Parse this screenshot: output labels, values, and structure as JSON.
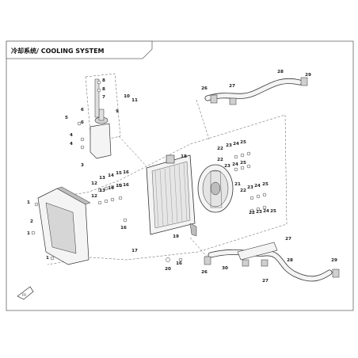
{
  "title": "冷却系统/ COOLING SYSTEM",
  "callouts": [
    {
      "id": "c8a",
      "label": "8"
    },
    {
      "id": "c8b",
      "label": "8"
    },
    {
      "id": "c7",
      "label": "7"
    },
    {
      "id": "c6a",
      "label": "6"
    },
    {
      "id": "c5",
      "label": "5"
    },
    {
      "id": "c4a",
      "label": "4"
    },
    {
      "id": "c4b",
      "label": "4"
    },
    {
      "id": "c3",
      "label": "3"
    },
    {
      "id": "c9",
      "label": "9"
    },
    {
      "id": "c10",
      "label": "10"
    },
    {
      "id": "c11",
      "label": "11"
    },
    {
      "id": "c6b",
      "label": "6"
    },
    {
      "id": "c1a",
      "label": "1"
    },
    {
      "id": "c2",
      "label": "2"
    },
    {
      "id": "c1b",
      "label": "1"
    },
    {
      "id": "c1c",
      "label": "1"
    },
    {
      "id": "c12a",
      "label": "12"
    },
    {
      "id": "c13a",
      "label": "13"
    },
    {
      "id": "c14a",
      "label": "14"
    },
    {
      "id": "c15a",
      "label": "15"
    },
    {
      "id": "c16a",
      "label": "16"
    },
    {
      "id": "c12b",
      "label": "12"
    },
    {
      "id": "c13b",
      "label": "13"
    },
    {
      "id": "c14b",
      "label": "14"
    },
    {
      "id": "c15b",
      "label": "15"
    },
    {
      "id": "c16b",
      "label": "16"
    },
    {
      "id": "c16c",
      "label": "16"
    },
    {
      "id": "c17",
      "label": "17"
    },
    {
      "id": "c18",
      "label": "18"
    },
    {
      "id": "c19",
      "label": "19"
    },
    {
      "id": "c20",
      "label": "20"
    },
    {
      "id": "c16d",
      "label": "16"
    },
    {
      "id": "c26a",
      "label": "26"
    },
    {
      "id": "c27a",
      "label": "27"
    },
    {
      "id": "c28a",
      "label": "28"
    },
    {
      "id": "c29a",
      "label": "29"
    },
    {
      "id": "c22a",
      "label": "22"
    },
    {
      "id": "c23a",
      "label": "23"
    },
    {
      "id": "c24a",
      "label": "24"
    },
    {
      "id": "c25a",
      "label": "25"
    },
    {
      "id": "c22b",
      "label": "22"
    },
    {
      "id": "c23b",
      "label": "23"
    },
    {
      "id": "c24b",
      "label": "24"
    },
    {
      "id": "c25b",
      "label": "25"
    },
    {
      "id": "c21",
      "label": "21"
    },
    {
      "id": "c22c",
      "label": "22"
    },
    {
      "id": "c23c",
      "label": "23"
    },
    {
      "id": "c24c",
      "label": "24"
    },
    {
      "id": "c25c",
      "label": "25"
    },
    {
      "id": "c22d",
      "label": "22"
    },
    {
      "id": "c23d",
      "label": "23"
    },
    {
      "id": "c24d",
      "label": "24"
    },
    {
      "id": "c25d",
      "label": "25"
    },
    {
      "id": "c26b",
      "label": "26"
    },
    {
      "id": "c30",
      "label": "30"
    },
    {
      "id": "c27b",
      "label": "27"
    },
    {
      "id": "c27c",
      "label": "27"
    },
    {
      "id": "c28b",
      "label": "28"
    },
    {
      "id": "c29b",
      "label": "29"
    }
  ],
  "colors": {
    "line": "#333333",
    "part_fill": "#f4f4f4",
    "part_shade": "#bdbdbd",
    "dashed": "#555555",
    "badge_fill": "#ffffff"
  }
}
